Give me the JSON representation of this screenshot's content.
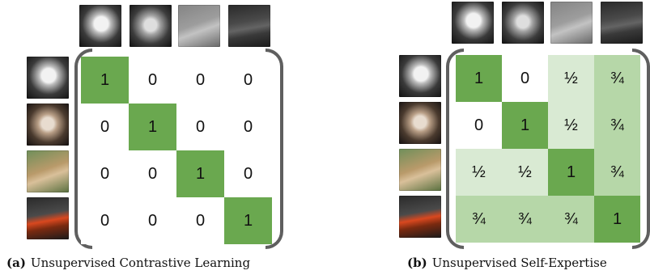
{
  "panel_a": {
    "caption_letter": "(a)",
    "caption_text": "Unsupervised Contrastive Learning",
    "matrix": [
      [
        "1",
        "0",
        "0",
        "0"
      ],
      [
        "0",
        "1",
        "0",
        "0"
      ],
      [
        "0",
        "0",
        "1",
        "0"
      ],
      [
        "0",
        "0",
        "0",
        "1"
      ]
    ],
    "shade_levels": [
      [
        1,
        0,
        0,
        0
      ],
      [
        0,
        1,
        0,
        0
      ],
      [
        0,
        0,
        1,
        0
      ],
      [
        0,
        0,
        0,
        1
      ]
    ]
  },
  "panel_b": {
    "caption_letter": "(b)",
    "caption_text": "Unsupervised Self-Expertise",
    "matrix": [
      [
        "1",
        "0",
        "½",
        "¾"
      ],
      [
        "0",
        "1",
        "½",
        "¾"
      ],
      [
        "½",
        "½",
        "1",
        "¾"
      ],
      [
        "¾",
        "¾",
        "¾",
        "1"
      ]
    ],
    "shade_levels": [
      [
        1,
        0,
        0.5,
        0.75
      ],
      [
        0,
        1,
        0.5,
        0.75
      ],
      [
        0.5,
        0.5,
        1,
        0.75
      ],
      [
        0.75,
        0.75,
        0.75,
        1
      ]
    ]
  },
  "images": {
    "columns": [
      "cat-1-image",
      "cat-2-image",
      "lion-cub-image",
      "car-image"
    ],
    "rows": [
      "cat-1-image",
      "cat-2-image",
      "lion-cub-image",
      "car-image"
    ],
    "top_row_grayscale": true
  },
  "colors": {
    "shade_full": "#6aa84f",
    "shade_three_quarter": "#b6d7a8",
    "shade_half": "#d9ead3",
    "shade_none": "#ffffff",
    "bracket": "#5f5f5f"
  }
}
